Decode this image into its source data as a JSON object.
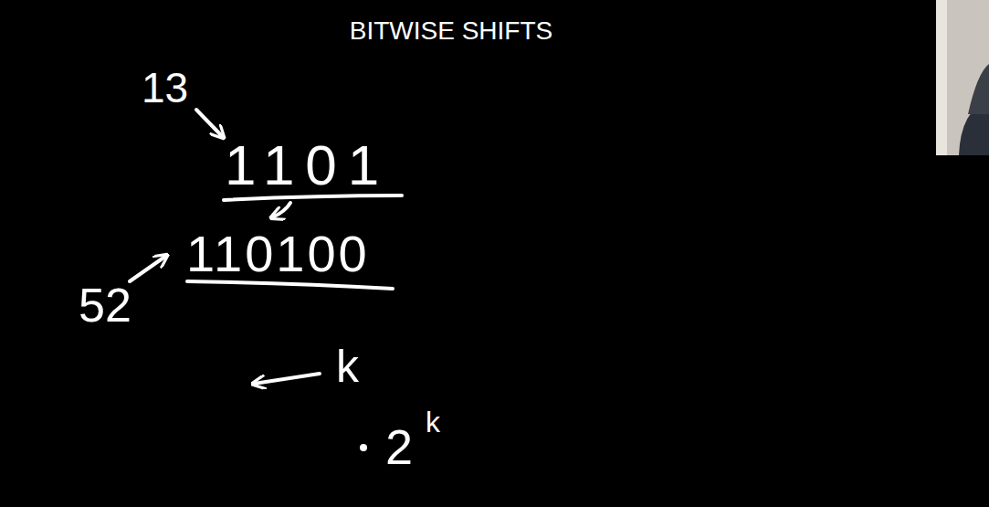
{
  "diagram": {
    "title": "BITWISE SHIFTS",
    "labels": [
      "13",
      "1101",
      "110100",
      "52",
      "k",
      "2",
      "k"
    ]
  }
}
